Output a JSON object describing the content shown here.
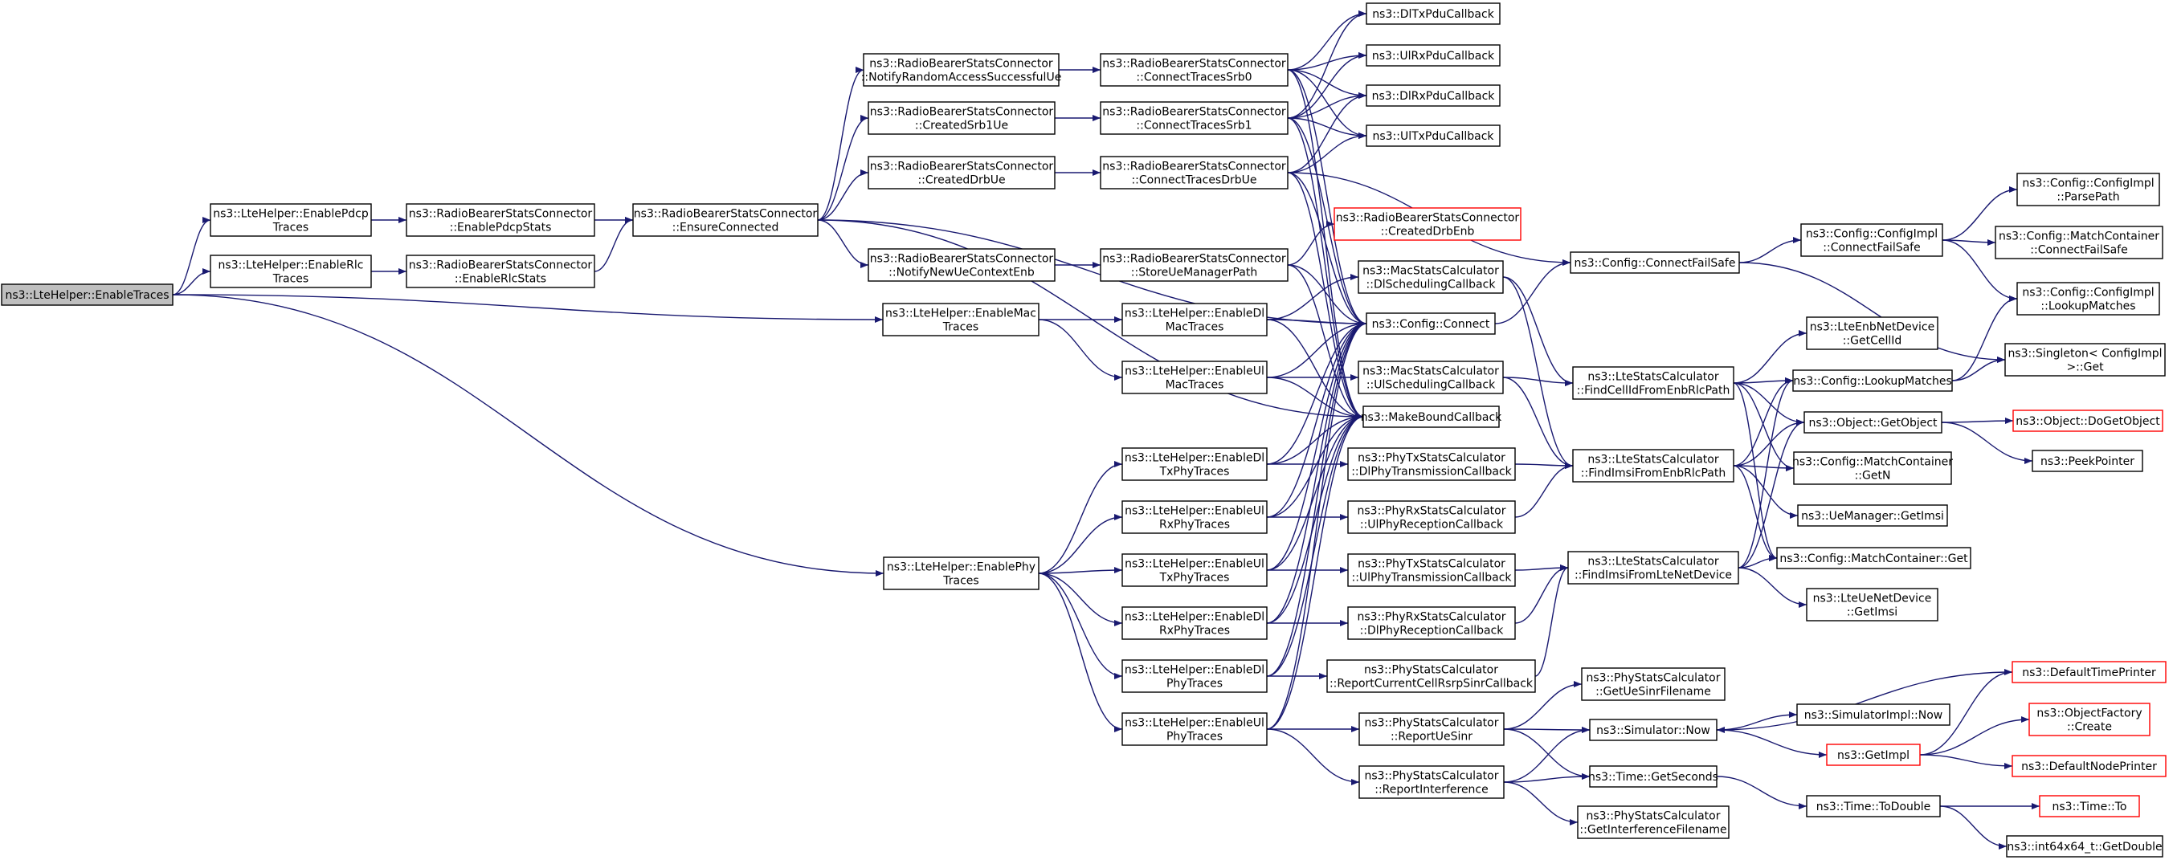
{
  "colors": {
    "edge": "#191970",
    "root_fill": "#bfbfbf",
    "border": "#000000",
    "truncated_border": "#ff0000"
  },
  "nodes": [
    {
      "id": "root",
      "lines": [
        "ns3::LteHelper::EnableTraces"
      ],
      "root": true
    },
    {
      "id": "pdcp",
      "lines": [
        "ns3::LteHelper::EnablePdcp",
        "Traces"
      ]
    },
    {
      "id": "rlc",
      "lines": [
        "ns3::LteHelper::EnableRlc",
        "Traces"
      ]
    },
    {
      "id": "mac",
      "lines": [
        "ns3::LteHelper::EnableMac",
        "Traces"
      ]
    },
    {
      "id": "phy",
      "lines": [
        "ns3::LteHelper::EnablePhy",
        "Traces"
      ]
    },
    {
      "id": "rbPdcpStats",
      "lines": [
        "ns3::RadioBearerStatsConnector",
        "::EnablePdcpStats"
      ]
    },
    {
      "id": "rbRlcStats",
      "lines": [
        "ns3::RadioBearerStatsConnector",
        "::EnableRlcStats"
      ]
    },
    {
      "id": "ensure",
      "lines": [
        "ns3::RadioBearerStatsConnector",
        "::EnsureConnected"
      ]
    },
    {
      "id": "notifyRa",
      "lines": [
        "ns3::RadioBearerStatsConnector",
        "::NotifyRandomAccessSuccessfulUe"
      ]
    },
    {
      "id": "createdSrb1",
      "lines": [
        "ns3::RadioBearerStatsConnector",
        "::CreatedSrb1Ue"
      ]
    },
    {
      "id": "createdDrbUe",
      "lines": [
        "ns3::RadioBearerStatsConnector",
        "::CreatedDrbUe"
      ]
    },
    {
      "id": "notifyNewUe",
      "lines": [
        "ns3::RadioBearerStatsConnector",
        "::NotifyNewUeContextEnb"
      ]
    },
    {
      "id": "connSrb0",
      "lines": [
        "ns3::RadioBearerStatsConnector",
        "::ConnectTracesSrb0"
      ]
    },
    {
      "id": "connSrb1",
      "lines": [
        "ns3::RadioBearerStatsConnector",
        "::ConnectTracesSrb1"
      ]
    },
    {
      "id": "connDrbUe",
      "lines": [
        "ns3::RadioBearerStatsConnector",
        "::ConnectTracesDrbUe"
      ]
    },
    {
      "id": "storeUe",
      "lines": [
        "ns3::RadioBearerStatsConnector",
        "::StoreUeManagerPath"
      ]
    },
    {
      "id": "createdDrbEnb",
      "lines": [
        "ns3::RadioBearerStatsConnector",
        "::CreatedDrbEnb"
      ],
      "truncated": true
    },
    {
      "id": "dlTx",
      "lines": [
        "ns3::DlTxPduCallback"
      ]
    },
    {
      "id": "ulRx",
      "lines": [
        "ns3::UlRxPduCallback"
      ]
    },
    {
      "id": "dlRx",
      "lines": [
        "ns3::DlRxPduCallback"
      ]
    },
    {
      "id": "ulTx",
      "lines": [
        "ns3::UlTxPduCallback"
      ]
    },
    {
      "id": "enDlMac",
      "lines": [
        "ns3::LteHelper::EnableDl",
        "MacTraces"
      ]
    },
    {
      "id": "enUlMac",
      "lines": [
        "ns3::LteHelper::EnableUl",
        "MacTraces"
      ]
    },
    {
      "id": "enDlTxPhy",
      "lines": [
        "ns3::LteHelper::EnableDl",
        "TxPhyTraces"
      ]
    },
    {
      "id": "enUlRxPhy",
      "lines": [
        "ns3::LteHelper::EnableUl",
        "RxPhyTraces"
      ]
    },
    {
      "id": "enUlTxPhy",
      "lines": [
        "ns3::LteHelper::EnableUl",
        "TxPhyTraces"
      ]
    },
    {
      "id": "enDlRxPhy",
      "lines": [
        "ns3::LteHelper::EnableDl",
        "RxPhyTraces"
      ]
    },
    {
      "id": "enDlPhy",
      "lines": [
        "ns3::LteHelper::EnableDl",
        "PhyTraces"
      ]
    },
    {
      "id": "enUlPhy",
      "lines": [
        "ns3::LteHelper::EnableUl",
        "PhyTraces"
      ]
    },
    {
      "id": "macDlSched",
      "lines": [
        "ns3::MacStatsCalculator",
        "::DlSchedulingCallback"
      ]
    },
    {
      "id": "cfgConnect",
      "lines": [
        "ns3::Config::Connect"
      ]
    },
    {
      "id": "macUlSched",
      "lines": [
        "ns3::MacStatsCalculator",
        "::UlSchedulingCallback"
      ]
    },
    {
      "id": "makeBound",
      "lines": [
        "ns3::MakeBoundCallback"
      ]
    },
    {
      "id": "phyTxDl",
      "lines": [
        "ns3::PhyTxStatsCalculator",
        "::DlPhyTransmissionCallback"
      ]
    },
    {
      "id": "phyRxUl",
      "lines": [
        "ns3::PhyRxStatsCalculator",
        "::UlPhyReceptionCallback"
      ]
    },
    {
      "id": "phyTxUl",
      "lines": [
        "ns3::PhyTxStatsCalculator",
        "::UlPhyTransmissionCallback"
      ]
    },
    {
      "id": "phyRxDl",
      "lines": [
        "ns3::PhyRxStatsCalculator",
        "::DlPhyReceptionCallback"
      ]
    },
    {
      "id": "rsrp",
      "lines": [
        "ns3::PhyStatsCalculator",
        "::ReportCurrentCellRsrpSinrCallback"
      ]
    },
    {
      "id": "ueSinr",
      "lines": [
        "ns3::PhyStatsCalculator",
        "::ReportUeSinr"
      ]
    },
    {
      "id": "interf",
      "lines": [
        "ns3::PhyStatsCalculator",
        "::ReportInterference"
      ]
    },
    {
      "id": "cfgConnectFailSafe",
      "lines": [
        "ns3::Config::ConnectFailSafe"
      ]
    },
    {
      "id": "findCellId",
      "lines": [
        "ns3::LteStatsCalculator",
        "::FindCellIdFromEnbRlcPath"
      ]
    },
    {
      "id": "findImsiRlc",
      "lines": [
        "ns3::LteStatsCalculator",
        "::FindImsiFromEnbRlcPath"
      ]
    },
    {
      "id": "findImsiDev",
      "lines": [
        "ns3::LteStatsCalculator",
        "::FindImsiFromLteNetDevice"
      ]
    },
    {
      "id": "ueSinrFile",
      "lines": [
        "ns3::PhyStatsCalculator",
        "::GetUeSinrFilename"
      ]
    },
    {
      "id": "simNow",
      "lines": [
        "ns3::Simulator::Now"
      ]
    },
    {
      "id": "getSeconds",
      "lines": [
        "ns3::Time::GetSeconds"
      ]
    },
    {
      "id": "interfFile",
      "lines": [
        "ns3::PhyStatsCalculator",
        "::GetInterferenceFilename"
      ]
    },
    {
      "id": "cfgImplCfs",
      "lines": [
        "ns3::Config::ConfigImpl",
        "::ConnectFailSafe"
      ]
    },
    {
      "id": "enbGetCellId",
      "lines": [
        "ns3::LteEnbNetDevice",
        "::GetCellId"
      ]
    },
    {
      "id": "lookupMatches",
      "lines": [
        "ns3::Config::LookupMatches"
      ]
    },
    {
      "id": "getObject",
      "lines": [
        "ns3::Object::GetObject"
      ]
    },
    {
      "id": "mcGetN",
      "lines": [
        "ns3::Config::MatchContainer",
        "::GetN"
      ]
    },
    {
      "id": "ueMgrImsi",
      "lines": [
        "ns3::UeManager::GetImsi"
      ]
    },
    {
      "id": "mcGet",
      "lines": [
        "ns3::Config::MatchContainer::Get"
      ]
    },
    {
      "id": "ueDevImsi",
      "lines": [
        "ns3::LteUeNetDevice",
        "::GetImsi"
      ]
    },
    {
      "id": "simImplNow",
      "lines": [
        "ns3::SimulatorImpl::Now"
      ]
    },
    {
      "id": "getImpl",
      "lines": [
        "ns3::GetImpl"
      ],
      "truncated": true
    },
    {
      "id": "toDouble",
      "lines": [
        "ns3::Time::ToDouble"
      ]
    },
    {
      "id": "cfgImplParse",
      "lines": [
        "ns3::Config::ConfigImpl",
        "::ParsePath"
      ]
    },
    {
      "id": "mcCfs",
      "lines": [
        "ns3::Config::MatchContainer",
        "::ConnectFailSafe"
      ]
    },
    {
      "id": "cfgImplLookup",
      "lines": [
        "ns3::Config::ConfigImpl",
        "::LookupMatches"
      ]
    },
    {
      "id": "singletonGet",
      "lines": [
        "ns3::Singleton< ConfigImpl",
        ">::Get"
      ]
    },
    {
      "id": "doGetObject",
      "lines": [
        "ns3::Object::DoGetObject"
      ],
      "truncated": true
    },
    {
      "id": "peekPointer",
      "lines": [
        "ns3::PeekPointer"
      ]
    },
    {
      "id": "defTimePrinter",
      "lines": [
        "ns3::DefaultTimePrinter"
      ],
      "truncated": true
    },
    {
      "id": "objFactory",
      "lines": [
        "ns3::ObjectFactory",
        "::Create"
      ],
      "truncated": true
    },
    {
      "id": "defNodePrinter",
      "lines": [
        "ns3::DefaultNodePrinter"
      ],
      "truncated": true
    },
    {
      "id": "timeTo",
      "lines": [
        "ns3::Time::To"
      ],
      "truncated": true
    },
    {
      "id": "int64GetDouble",
      "lines": [
        "ns3::int64x64_t::GetDouble"
      ]
    }
  ],
  "edges": [
    [
      "root",
      "pdcp"
    ],
    [
      "root",
      "rlc"
    ],
    [
      "root",
      "mac"
    ],
    [
      "root",
      "phy"
    ],
    [
      "pdcp",
      "rbPdcpStats"
    ],
    [
      "rlc",
      "rbRlcStats"
    ],
    [
      "rbPdcpStats",
      "ensure"
    ],
    [
      "rbRlcStats",
      "ensure"
    ],
    [
      "ensure",
      "notifyRa"
    ],
    [
      "ensure",
      "createdSrb1"
    ],
    [
      "ensure",
      "createdDrbUe"
    ],
    [
      "ensure",
      "notifyNewUe"
    ],
    [
      "ensure",
      "cfgConnect"
    ],
    [
      "ensure",
      "makeBound"
    ],
    [
      "notifyRa",
      "connSrb0"
    ],
    [
      "createdSrb1",
      "connSrb1"
    ],
    [
      "createdDrbUe",
      "connDrbUe"
    ],
    [
      "notifyNewUe",
      "storeUe"
    ],
    [
      "connSrb0",
      "dlTx"
    ],
    [
      "connSrb0",
      "ulRx"
    ],
    [
      "connSrb0",
      "dlRx"
    ],
    [
      "connSrb0",
      "ulTx"
    ],
    [
      "connSrb0",
      "cfgConnect"
    ],
    [
      "connSrb0",
      "makeBound"
    ],
    [
      "connSrb1",
      "dlTx"
    ],
    [
      "connSrb1",
      "ulRx"
    ],
    [
      "connSrb1",
      "dlRx"
    ],
    [
      "connSrb1",
      "ulTx"
    ],
    [
      "connSrb1",
      "cfgConnect"
    ],
    [
      "connSrb1",
      "makeBound"
    ],
    [
      "connDrbUe",
      "dlRx"
    ],
    [
      "connDrbUe",
      "ulTx"
    ],
    [
      "connDrbUe",
      "cfgConnectFailSafe"
    ],
    [
      "connDrbUe",
      "cfgConnect"
    ],
    [
      "connDrbUe",
      "makeBound"
    ],
    [
      "storeUe",
      "createdDrbEnb"
    ],
    [
      "storeUe",
      "cfgConnect"
    ],
    [
      "storeUe",
      "makeBound"
    ],
    [
      "mac",
      "enDlMac"
    ],
    [
      "mac",
      "enUlMac"
    ],
    [
      "enDlMac",
      "macDlSched"
    ],
    [
      "enDlMac",
      "cfgConnect"
    ],
    [
      "enDlMac",
      "makeBound"
    ],
    [
      "enUlMac",
      "macUlSched"
    ],
    [
      "enUlMac",
      "cfgConnect"
    ],
    [
      "enUlMac",
      "makeBound"
    ],
    [
      "phy",
      "enDlTxPhy"
    ],
    [
      "phy",
      "enUlRxPhy"
    ],
    [
      "phy",
      "enUlTxPhy"
    ],
    [
      "phy",
      "enDlRxPhy"
    ],
    [
      "phy",
      "enDlPhy"
    ],
    [
      "phy",
      "enUlPhy"
    ],
    [
      "enDlTxPhy",
      "phyTxDl"
    ],
    [
      "enDlTxPhy",
      "cfgConnect"
    ],
    [
      "enDlTxPhy",
      "makeBound"
    ],
    [
      "enUlRxPhy",
      "phyRxUl"
    ],
    [
      "enUlRxPhy",
      "cfgConnect"
    ],
    [
      "enUlRxPhy",
      "makeBound"
    ],
    [
      "enUlTxPhy",
      "phyTxUl"
    ],
    [
      "enUlTxPhy",
      "cfgConnect"
    ],
    [
      "enUlTxPhy",
      "makeBound"
    ],
    [
      "enDlRxPhy",
      "phyRxDl"
    ],
    [
      "enDlRxPhy",
      "cfgConnect"
    ],
    [
      "enDlRxPhy",
      "makeBound"
    ],
    [
      "enDlPhy",
      "rsrp"
    ],
    [
      "enDlPhy",
      "cfgConnect"
    ],
    [
      "enDlPhy",
      "makeBound"
    ],
    [
      "enUlPhy",
      "ueSinr"
    ],
    [
      "enUlPhy",
      "interf"
    ],
    [
      "enUlPhy",
      "cfgConnect"
    ],
    [
      "enUlPhy",
      "makeBound"
    ],
    [
      "cfgConnect",
      "cfgConnectFailSafe"
    ],
    [
      "macDlSched",
      "findCellId"
    ],
    [
      "macDlSched",
      "findImsiRlc"
    ],
    [
      "macUlSched",
      "findCellId"
    ],
    [
      "macUlSched",
      "findImsiRlc"
    ],
    [
      "phyTxDl",
      "findImsiRlc"
    ],
    [
      "phyRxUl",
      "findImsiRlc"
    ],
    [
      "phyTxUl",
      "findImsiDev"
    ],
    [
      "phyRxDl",
      "findImsiDev"
    ],
    [
      "rsrp",
      "findImsiDev"
    ],
    [
      "ueSinr",
      "ueSinrFile"
    ],
    [
      "ueSinr",
      "simNow"
    ],
    [
      "ueSinr",
      "getSeconds"
    ],
    [
      "interf",
      "simNow"
    ],
    [
      "interf",
      "getSeconds"
    ],
    [
      "interf",
      "interfFile"
    ],
    [
      "cfgConnectFailSafe",
      "cfgImplCfs"
    ],
    [
      "cfgConnectFailSafe",
      "singletonGet"
    ],
    [
      "cfgImplCfs",
      "cfgImplParse"
    ],
    [
      "cfgImplCfs",
      "mcCfs"
    ],
    [
      "cfgImplCfs",
      "cfgImplLookup"
    ],
    [
      "findCellId",
      "enbGetCellId"
    ],
    [
      "findCellId",
      "lookupMatches"
    ],
    [
      "findCellId",
      "getObject"
    ],
    [
      "findCellId",
      "mcGetN"
    ],
    [
      "findCellId",
      "mcGet"
    ],
    [
      "findImsiRlc",
      "lookupMatches"
    ],
    [
      "findImsiRlc",
      "getObject"
    ],
    [
      "findImsiRlc",
      "mcGetN"
    ],
    [
      "findImsiRlc",
      "ueMgrImsi"
    ],
    [
      "findImsiRlc",
      "mcGet"
    ],
    [
      "findImsiDev",
      "lookupMatches"
    ],
    [
      "findImsiDev",
      "getObject"
    ],
    [
      "findImsiDev",
      "mcGet"
    ],
    [
      "findImsiDev",
      "ueDevImsi"
    ],
    [
      "lookupMatches",
      "cfgImplLookup"
    ],
    [
      "lookupMatches",
      "singletonGet"
    ],
    [
      "getObject",
      "doGetObject"
    ],
    [
      "getObject",
      "peekPointer"
    ],
    [
      "defTimePrinter",
      "simNow"
    ],
    [
      "simNow",
      "simImplNow"
    ],
    [
      "simNow",
      "getImpl"
    ],
    [
      "getImpl",
      "defTimePrinter"
    ],
    [
      "getImpl",
      "objFactory"
    ],
    [
      "getImpl",
      "defNodePrinter"
    ],
    [
      "getSeconds",
      "toDouble"
    ],
    [
      "toDouble",
      "timeTo"
    ],
    [
      "toDouble",
      "int64GetDouble"
    ]
  ]
}
